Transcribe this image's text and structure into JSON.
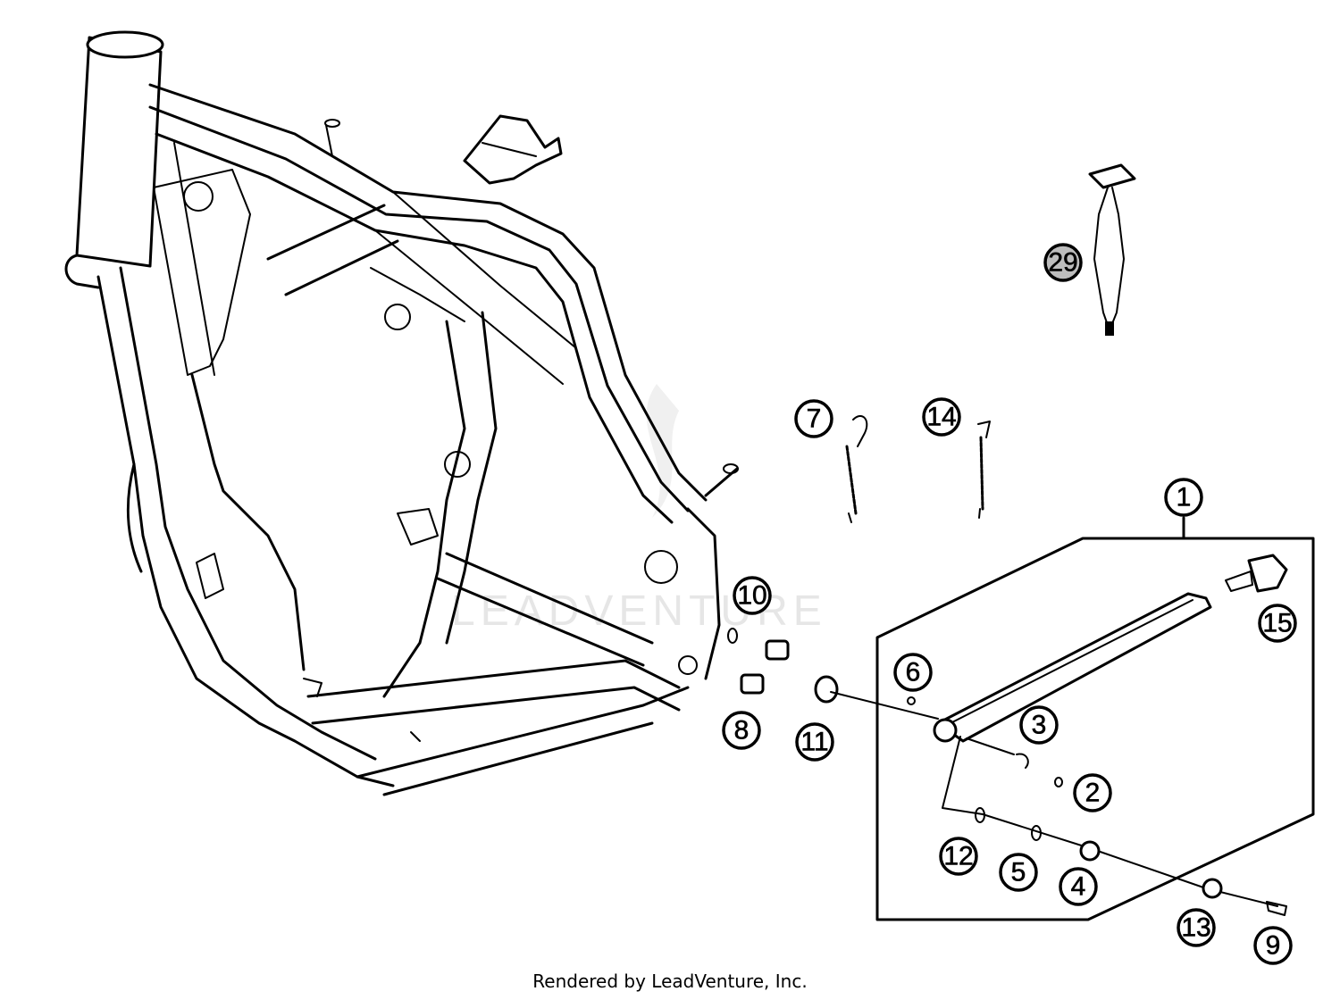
{
  "watermark": "LEADVENTURE",
  "credit": "Rendered by LeadVenture, Inc.",
  "callouts": {
    "c1": "1",
    "c2": "2",
    "c3": "3",
    "c4": "4",
    "c5": "5",
    "c6": "6",
    "c7": "7",
    "c8": "8",
    "c9": "9",
    "c10": "10",
    "c11": "11",
    "c12": "12",
    "c13": "13",
    "c14": "14",
    "c15": "15",
    "c29": "29"
  }
}
